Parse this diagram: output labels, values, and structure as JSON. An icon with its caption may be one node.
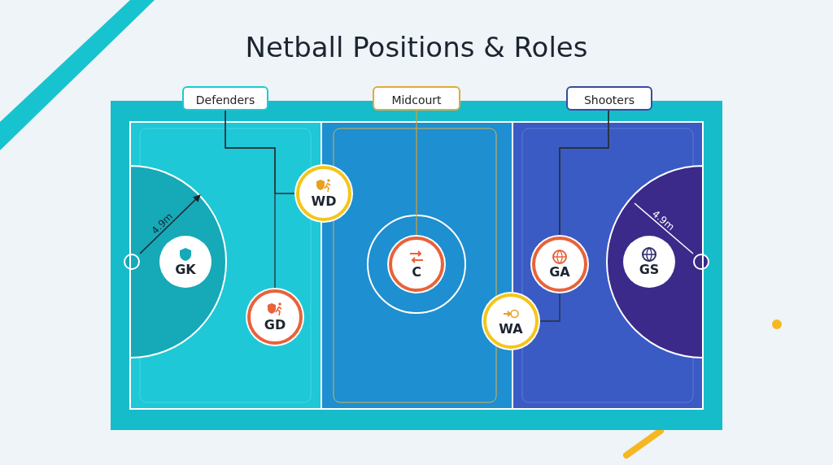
{
  "diagram": {
    "title": "Netball Positions & Roles",
    "nodes": [
      {
        "text": [
          "Defenders"
        ]
      },
      {
        "text": [
          "Midcourt"
        ]
      },
      {
        "text": [
          "Shooters"
        ]
      },
      {
        "text": [
          "WD"
        ]
      },
      {
        "text": [
          "GK"
        ]
      },
      {
        "text": [
          "C"
        ]
      },
      {
        "text": [
          "GA"
        ]
      },
      {
        "text": [
          "GS"
        ]
      },
      {
        "text": [
          "GD"
        ]
      },
      {
        "text": [
          "WA"
        ]
      }
    ],
    "edges": [
      {
        "from": 0,
        "to": 3,
        "arrow": "none"
      },
      {
        "from": 0,
        "to": 8,
        "arrow": "none"
      },
      {
        "from": 1,
        "to": 5,
        "arrow": "none",
        "color": "#c9a040"
      },
      {
        "from": 2,
        "to": 6,
        "arrow": "none"
      },
      {
        "from": 2,
        "to": 9,
        "arrow": "none"
      }
    ],
    "labels": [
      "4.9m",
      "4.9m"
    ]
  }
}
